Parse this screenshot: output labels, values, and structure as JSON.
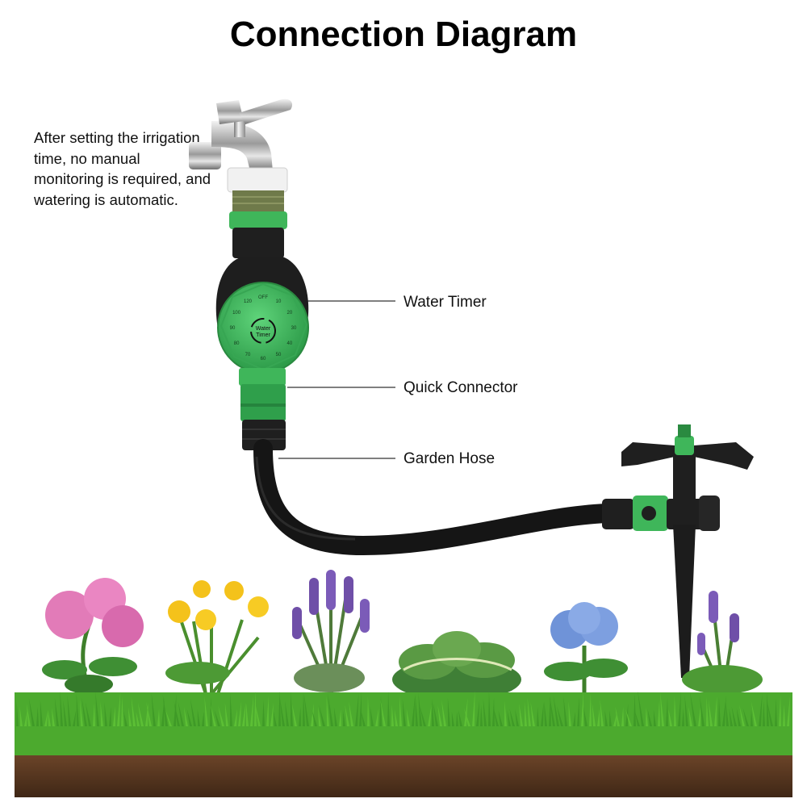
{
  "title": "Connection Diagram",
  "note": "After setting the irrigation time, no manual monitoring is required, and watering is automatic.",
  "callouts": {
    "timer": "Water Timer",
    "connector": "Quick Connector",
    "hose": "Garden Hose"
  },
  "dial": {
    "label_line1": "Water",
    "label_line2": "Timer",
    "ticks": [
      "OFF",
      "10",
      "20",
      "30",
      "40",
      "50",
      "60",
      "70",
      "80",
      "90",
      "100",
      "120"
    ]
  },
  "colors": {
    "green": "#3fb65a",
    "green_dark": "#2a8a40",
    "black": "#1c1c1c",
    "soil": "#5a3a24",
    "grass": "#4caa2e"
  }
}
